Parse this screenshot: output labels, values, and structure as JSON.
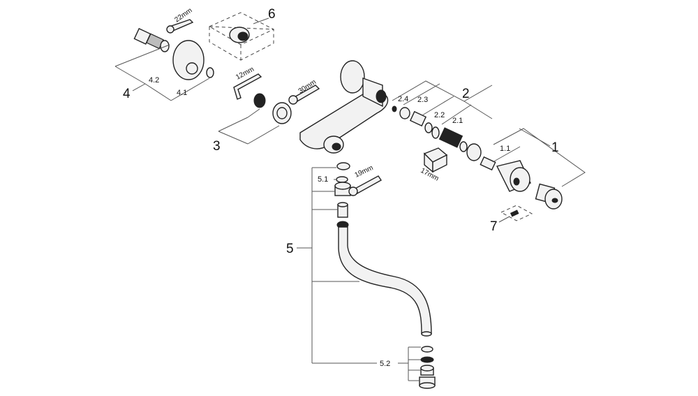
{
  "labels": {
    "part_1": "1",
    "part_1_1": "1.1",
    "part_2": "2",
    "part_2_1": "2.1",
    "part_2_2": "2.2",
    "part_2_3": "2.3",
    "part_2_4": "2.4",
    "part_3": "3",
    "part_4": "4",
    "part_4_1": "4.1",
    "part_4_2": "4.2",
    "part_5": "5",
    "part_5_1": "5.1",
    "part_5_2": "5.2",
    "part_6": "6",
    "part_7": "7"
  },
  "tools": {
    "wrench_22": "22mm",
    "hex_key_12": "12mm",
    "wrench_30": "30mm",
    "wrench_19": "19mm",
    "socket_17": "17mm"
  },
  "colors": {
    "line": "#222222",
    "fill": "#f2f2f2",
    "background": "#ffffff"
  },
  "icons": {
    "wrench": "open-end-wrench",
    "hex_key": "allen-key",
    "socket": "hex-socket"
  }
}
